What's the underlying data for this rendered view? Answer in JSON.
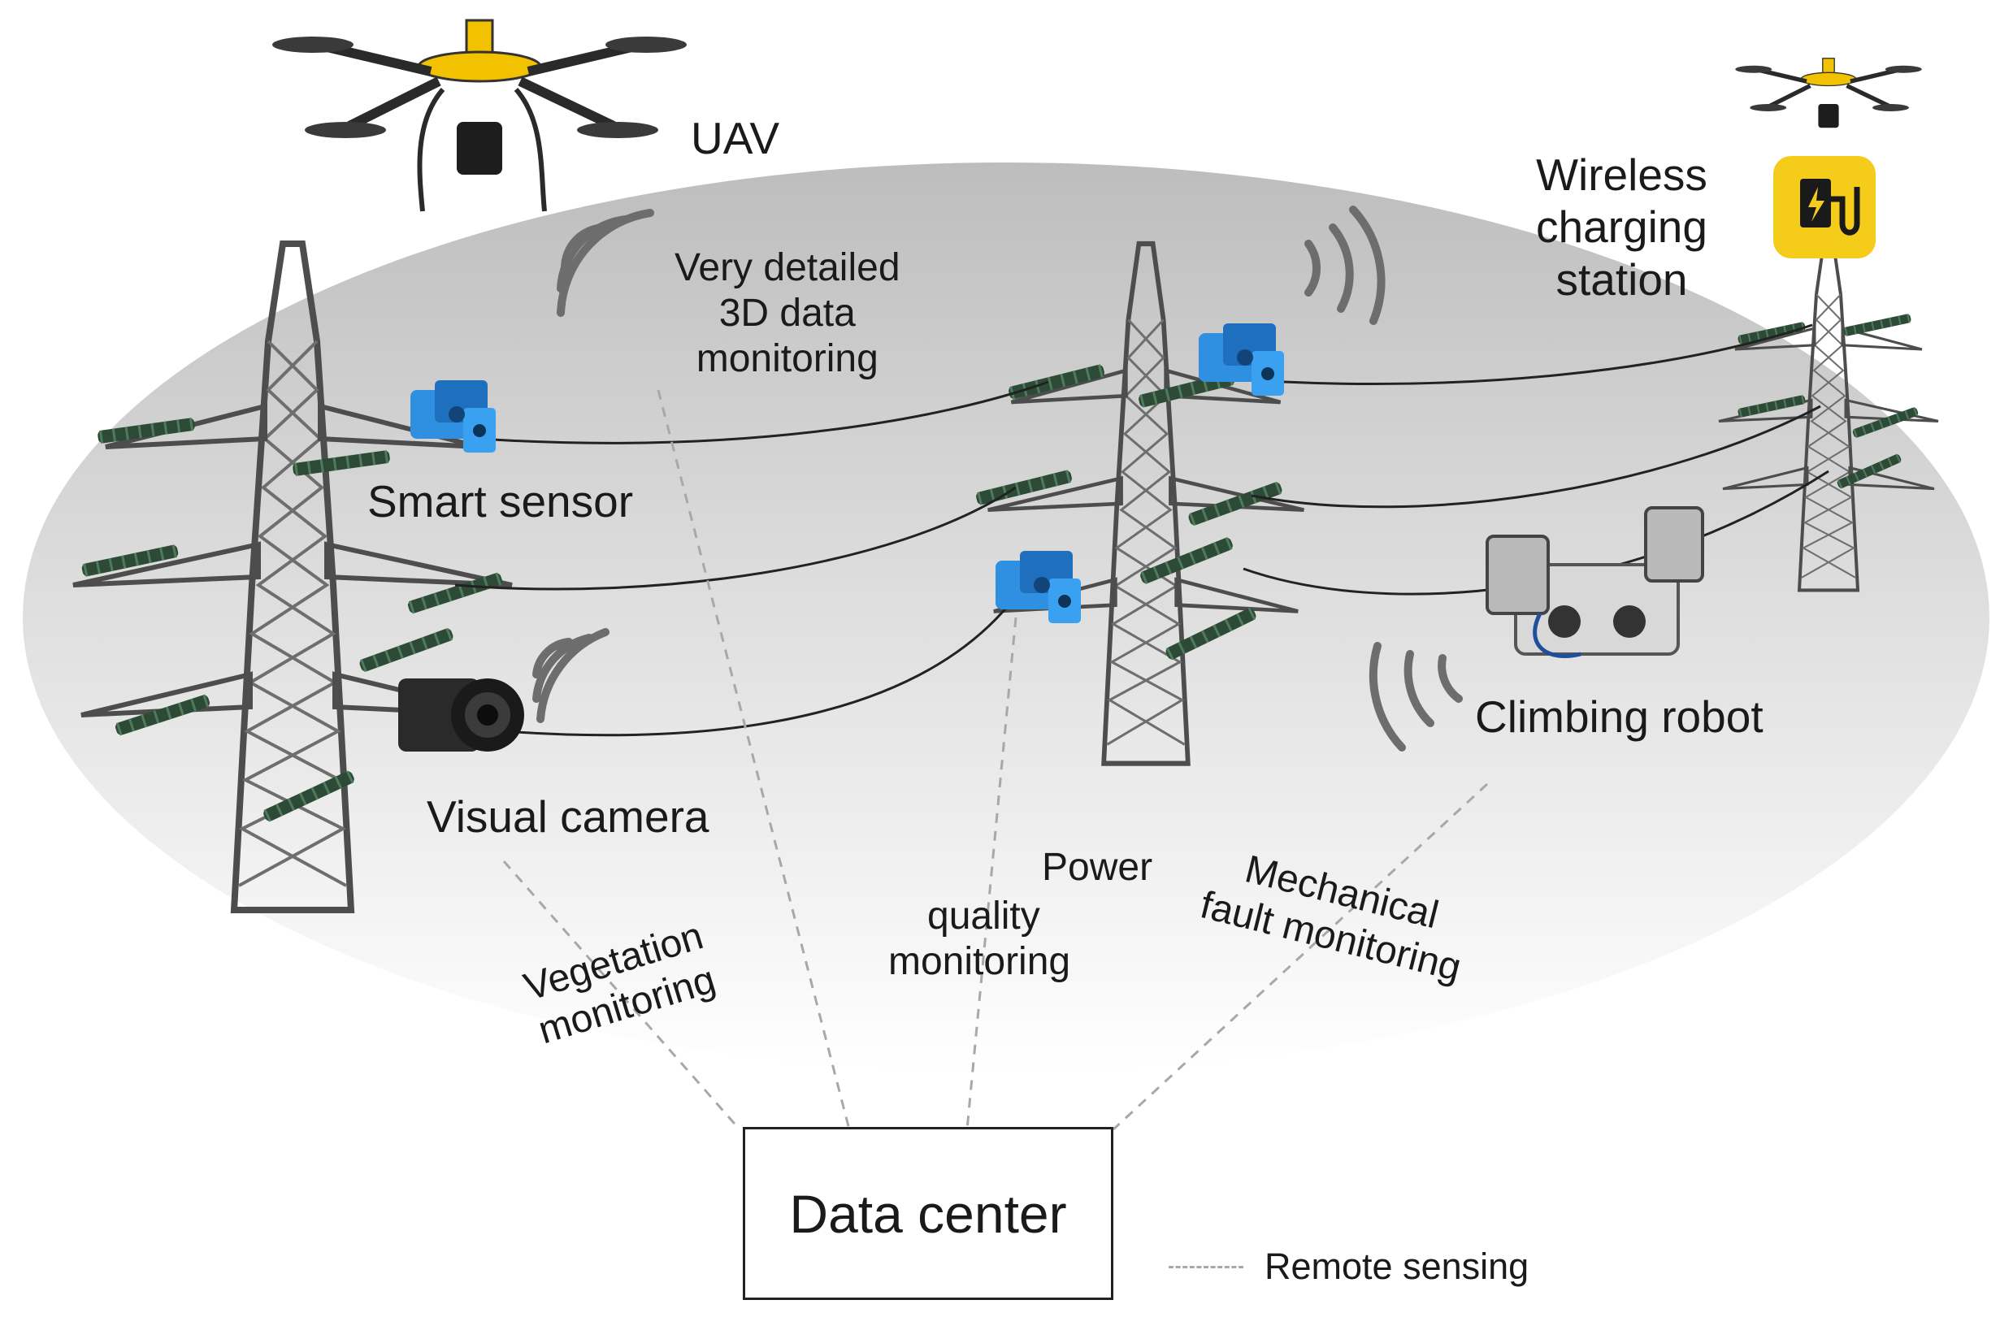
{
  "labels": {
    "uav": "UAV",
    "wireless_charging": [
      "Wireless",
      "charging",
      "station"
    ],
    "detailed_3d": [
      "Very detailed",
      "3D data",
      "monitoring"
    ],
    "smart_sensor": "Smart sensor",
    "visual_camera": "Visual camera",
    "climbing_robot": "Climbing robot",
    "vegetation": [
      "Vegetation",
      "monitoring"
    ],
    "power_quality": [
      "Power",
      "quality",
      "monitoring"
    ],
    "mechanical": [
      "Mechanical",
      "fault monitoring"
    ],
    "data_center": "Data center"
  },
  "legend": {
    "remote_sensing": "Remote sensing"
  },
  "colors": {
    "tower": "#555555",
    "insulator": "#2c4a36",
    "sensor_blue": "#2f8fe0",
    "uav_yellow": "#f2c200",
    "charging_yellow": "#f6cc1a",
    "remote_sensing_line": "#a8a8a8",
    "signal_arc": "#6d6d6d",
    "conductor": "#222222"
  },
  "icons": {
    "uav": "drone-icon",
    "charging": "ev-charging-icon",
    "sensor": "smart-sensor-icon",
    "camera": "camera-icon",
    "robot": "climbing-robot-icon",
    "signal": "wireless-signal-icon"
  }
}
